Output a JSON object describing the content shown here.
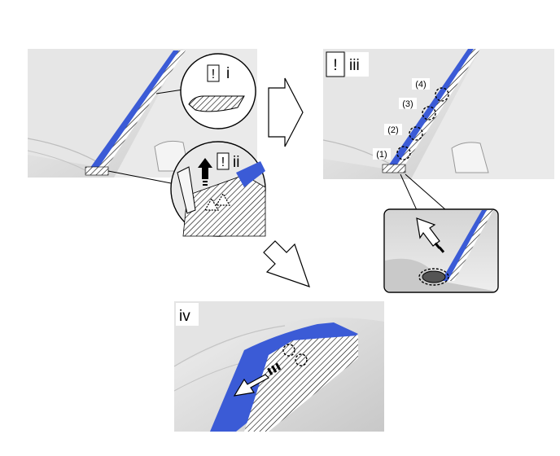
{
  "panels": {
    "top_left": {
      "callout_i": {
        "warning_mark": "!",
        "label": "i"
      },
      "callout_ii": {
        "warning_mark": "!",
        "label": "ii"
      }
    },
    "top_right": {
      "warning_mark": "!",
      "label": "iii",
      "clip_labels": [
        "(1)",
        "(2)",
        "(3)",
        "(4)"
      ]
    },
    "bottom": {
      "label": "iv"
    }
  },
  "colors": {
    "garnish_blue": "#3b5bd6",
    "car_body": "#dcdcdc",
    "outline": "#000000"
  },
  "icons": [
    "step-arrow-right-icon",
    "step-arrow-down-left-icon",
    "pull-direction-arrow-icon",
    "warning-icon"
  ]
}
